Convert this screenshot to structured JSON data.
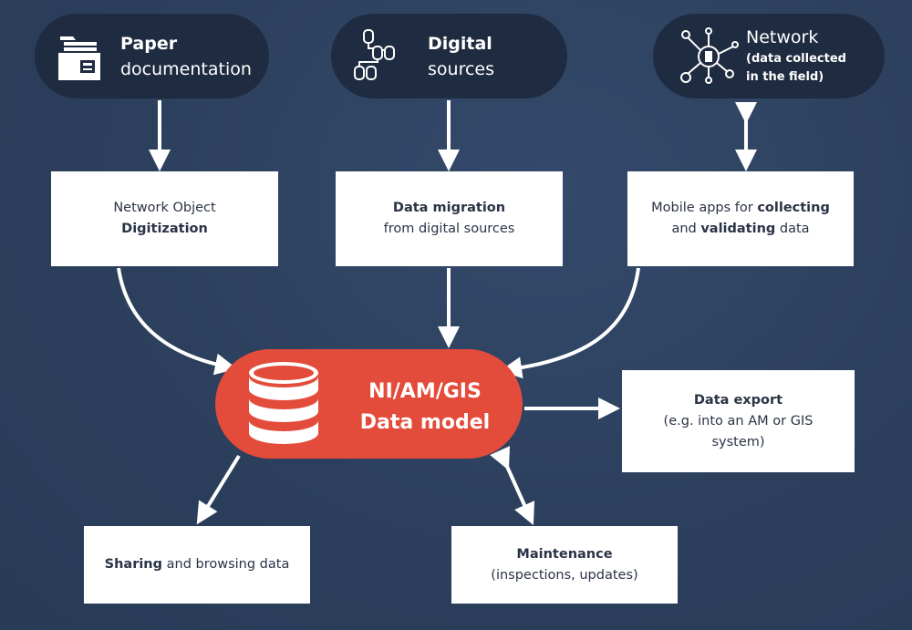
{
  "sources": {
    "paper": {
      "line1": "Paper",
      "line2": "documentation",
      "icon": "folder-document-icon"
    },
    "digital": {
      "line1": "Digital",
      "line2": "sources",
      "icon": "database-tree-icon"
    },
    "network": {
      "line1": "Network",
      "line2": "(data collected",
      "line3": "in the field)",
      "icon": "network-node-icon"
    }
  },
  "processes": {
    "digitization": {
      "a": "Network Object",
      "b": "Digitization"
    },
    "migration": {
      "a": "Data migration",
      "b": "from digital sources"
    },
    "mobile": {
      "a1": "Mobile apps for ",
      "a2": "collecting",
      "b1": "and ",
      "b2": "validating",
      "b3": " data"
    }
  },
  "core": {
    "line1": "NI/AM/GIS",
    "line2": "Data model",
    "icon": "database-icon",
    "color": "#e34b3b"
  },
  "outputs": {
    "export": {
      "a": "Data export",
      "b": "(e.g. into an AM or GIS",
      "c": "system)"
    },
    "sharing": {
      "a": "Sharing",
      "b": " and browsing data"
    },
    "maintenance": {
      "a": "Maintenance",
      "b": "(inspections, updates)"
    }
  }
}
